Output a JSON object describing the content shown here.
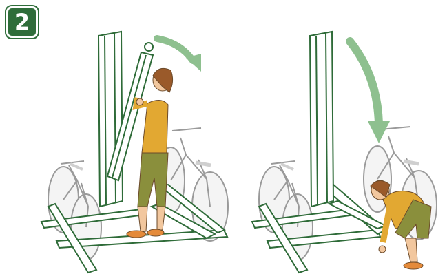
{
  "step": {
    "number": "2"
  },
  "colors": {
    "badge_bg": "#2f6d3a",
    "rack_green": "#2e6b38",
    "rack_light": "#ffffff",
    "arrow_green": "#8ec08f",
    "bike_gray": "#d9d9d9",
    "bike_outline": "#8c8c8c",
    "shirt": "#e2a832",
    "pants": "#8a8f3c",
    "skin": "#f2c79e",
    "hair": "#9a5a2a",
    "shoes": "#e48a3a"
  },
  "panels": [
    {
      "id": "left",
      "description_icon": "rack-lowering-step-icon"
    },
    {
      "id": "right",
      "description_icon": "rack-lowered-step-icon"
    }
  ]
}
